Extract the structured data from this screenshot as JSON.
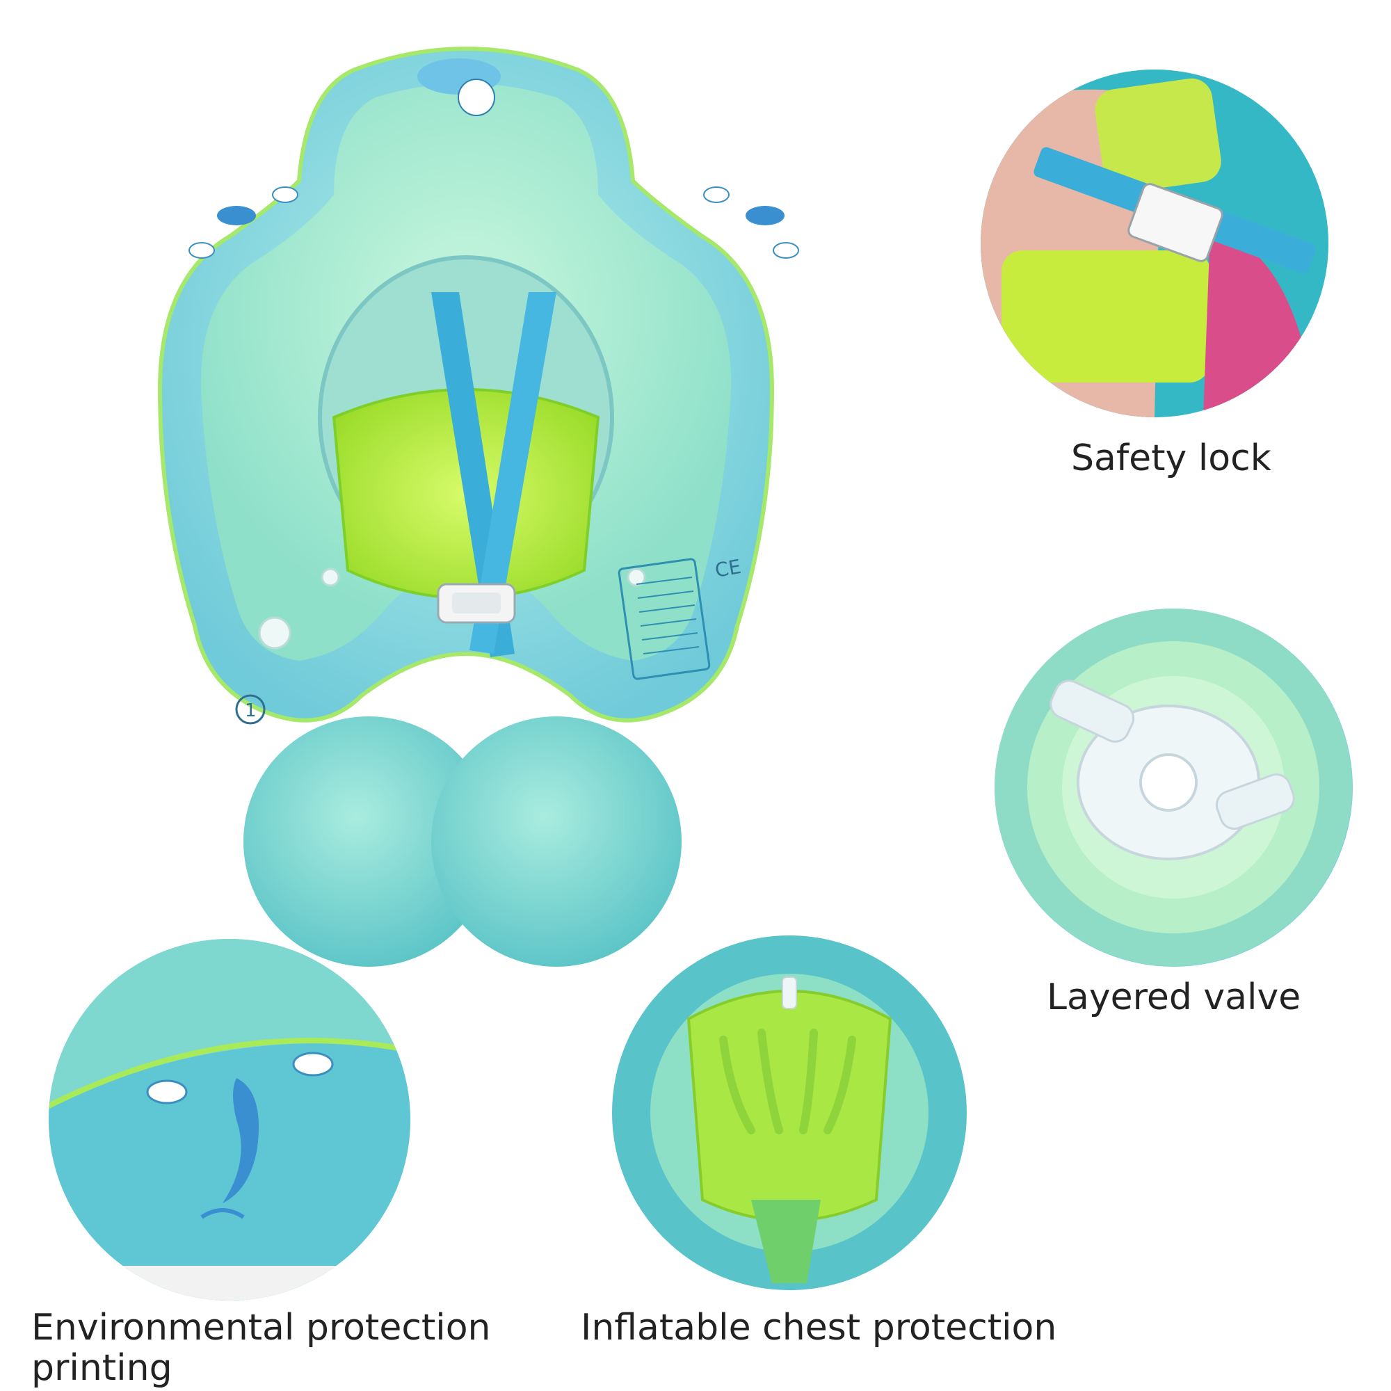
{
  "captions": {
    "safety_lock": "Safety lock",
    "layered_valve": "Layered valve",
    "environmental_printing": "Environmental protection\n printing",
    "inflatable_chest": "Inflatable chest protection"
  },
  "label_marks": {
    "ce": "CE",
    "number": "1"
  },
  "colors": {
    "float_teal": "#7fd2dc",
    "float_green": "#a8edcf",
    "strap_blue": "#3aaed8",
    "vest_lime": "#b8ef3a",
    "buckle_white": "#f4f4f4"
  },
  "icons": [
    "dolphin-icon",
    "cloud-icon",
    "whale-icon",
    "buckle-icon",
    "valve-icon"
  ]
}
